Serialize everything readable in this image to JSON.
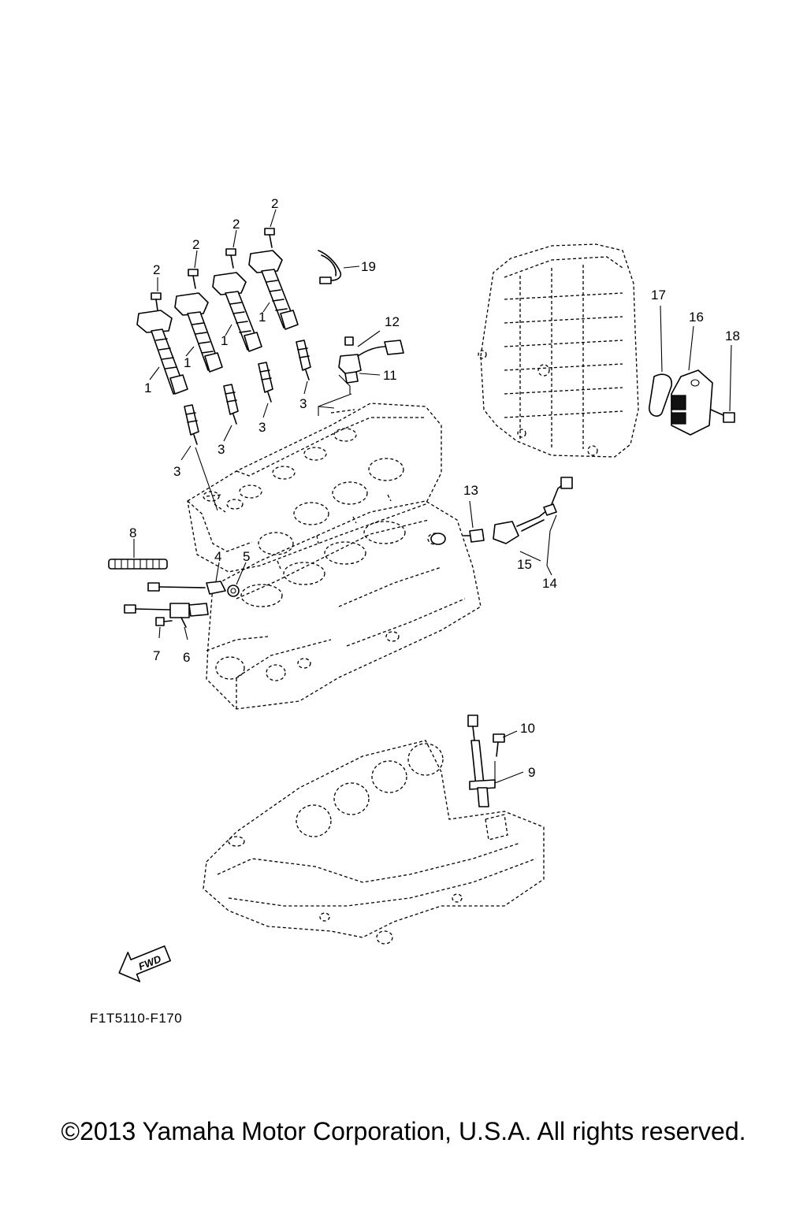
{
  "diagram": {
    "title": "Electrical parts / engine sensors exploded view",
    "callouts": {
      "coil_1a": "1",
      "coil_1b": "1",
      "coil_1c": "1",
      "coil_1d": "1",
      "bolt_2a": "2",
      "bolt_2b": "2",
      "bolt_2c": "2",
      "bolt_2d": "2",
      "plug_3a": "3",
      "plug_3b": "3",
      "plug_3c": "3",
      "plug_3d": "3",
      "p4": "4",
      "p5": "5",
      "p6": "6",
      "p7": "7",
      "p8": "8",
      "p9": "9",
      "p10": "10",
      "p11": "11",
      "p12": "12",
      "p13": "13",
      "p14": "14",
      "p15": "15",
      "p16": "16",
      "p17": "17",
      "p18": "18",
      "p19": "19"
    },
    "fwd_label": "FWD",
    "drawing_code": "F1T5110-F170"
  },
  "footer": {
    "copyright": "©2013 Yamaha Motor Corporation, U.S.A. All rights reserved."
  }
}
